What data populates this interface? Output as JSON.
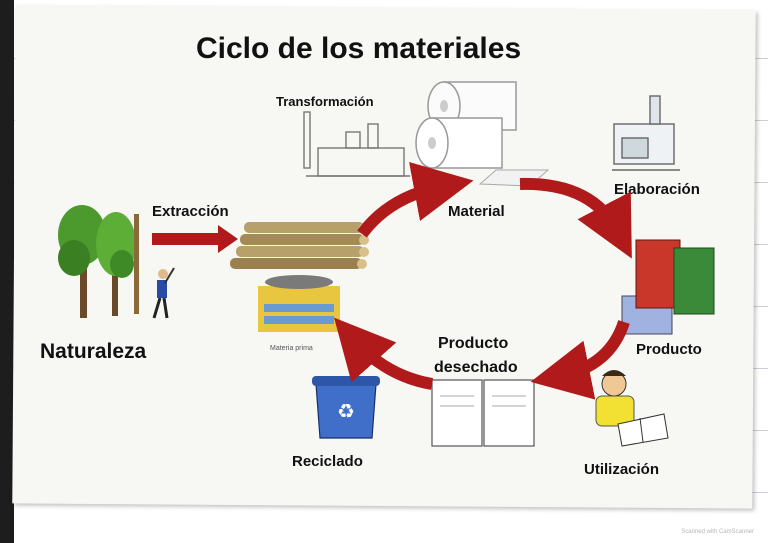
{
  "title": "Ciclo de los materiales",
  "labels": {
    "naturaleza": "Naturaleza",
    "extraccion": "Extracción",
    "transformacion": "Transformación",
    "material": "Material",
    "elaboracion": "Elaboración",
    "producto": "Producto",
    "utilizacion": "Utilización",
    "producto_desechado_line1": "Producto",
    "producto_desechado_line2": "desechado",
    "reciclado": "Reciclado",
    "materia_prima": "Materia prima"
  },
  "scan_note": "Scanned with CamScanner",
  "colors": {
    "arrow": "#b01a1a",
    "paper": "#f7f7f4",
    "tree_green": "#3f8f2a",
    "book_red": "#c8372a",
    "book_green": "#3a8a3a",
    "bin_blue": "#3f6fc8",
    "container_yellow": "#e8c640"
  },
  "icons": [
    "tree-icon",
    "woodcutter-icon",
    "log-pile-icon",
    "paper-roll-icon",
    "factory-icon",
    "machine-icon",
    "books-icon",
    "reading-person-icon",
    "open-notebook-icon",
    "recycle-bin-icon",
    "container-icon"
  ]
}
